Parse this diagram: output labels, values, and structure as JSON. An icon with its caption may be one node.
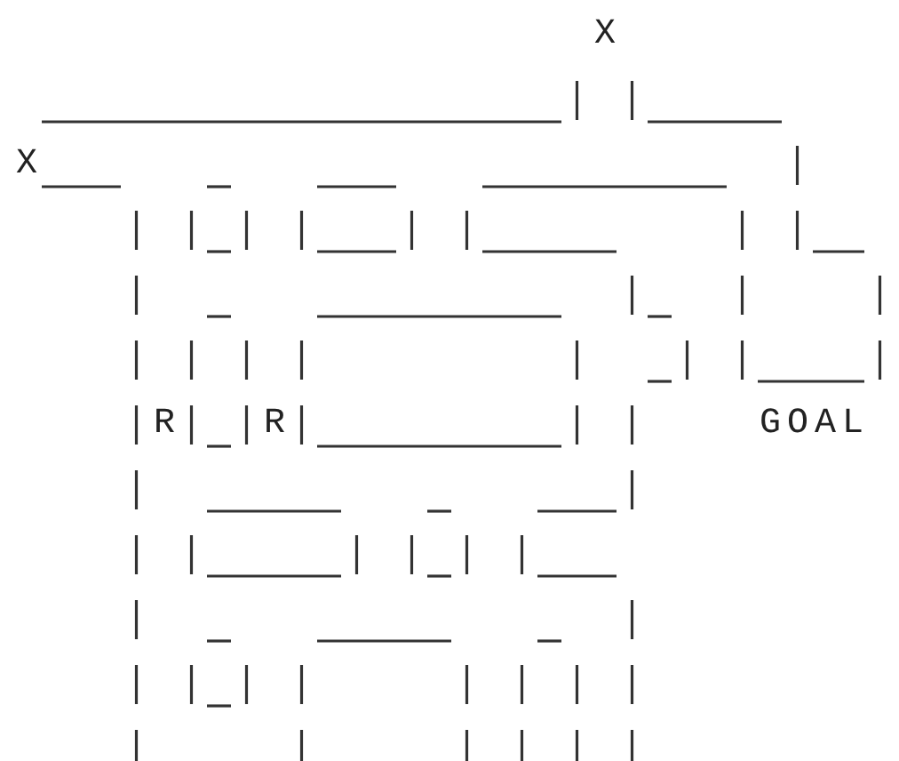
{
  "diagram": {
    "labels": [
      "X",
      "X",
      "R",
      "R",
      "GOAL"
    ]
  }
}
